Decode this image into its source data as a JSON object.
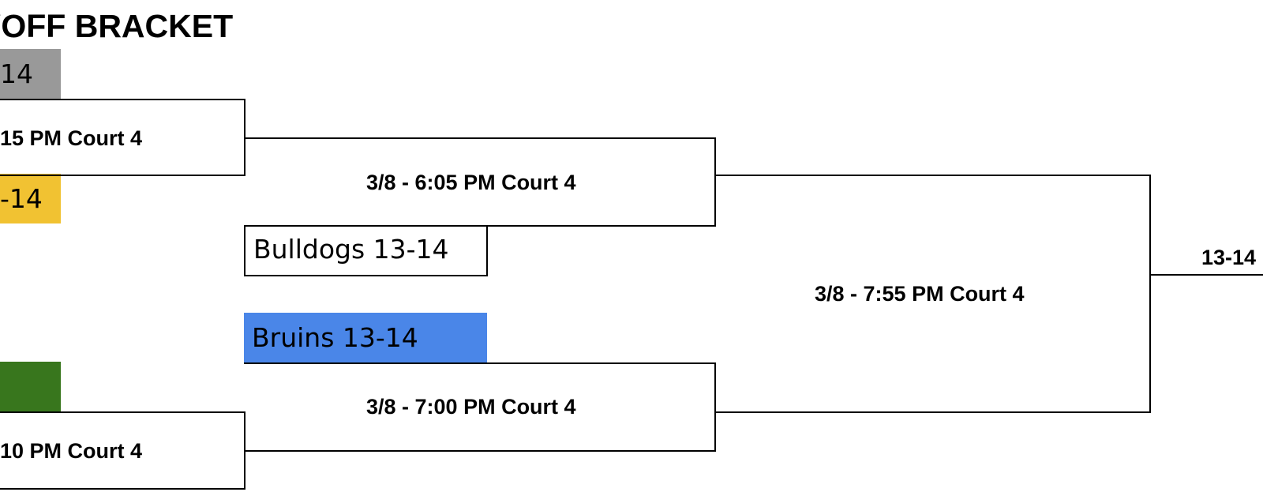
{
  "title": "YOFF BRACKET",
  "teams": {
    "top_left_clipped": "14",
    "yellow_clipped": "-14",
    "bulldogs": "Bulldogs 13-14",
    "bruins": "Bruins 13-14",
    "green_clipped": ""
  },
  "games": {
    "game1": "15 PM Court 4",
    "game2": "10 PM Court 4",
    "semi1": "3/8 - 6:05 PM Court 4",
    "semi2": "3/8 - 7:00 PM Court 4",
    "final": "3/8 - 7:55 PM Court 4",
    "champion_clipped": "13-14"
  },
  "colors": {
    "gray_team": "#999999",
    "yellow_team": "#f1c232",
    "blue_team": "#4a86e8",
    "green_team": "#38761d",
    "line": "#000000",
    "background": "#ffffff"
  }
}
